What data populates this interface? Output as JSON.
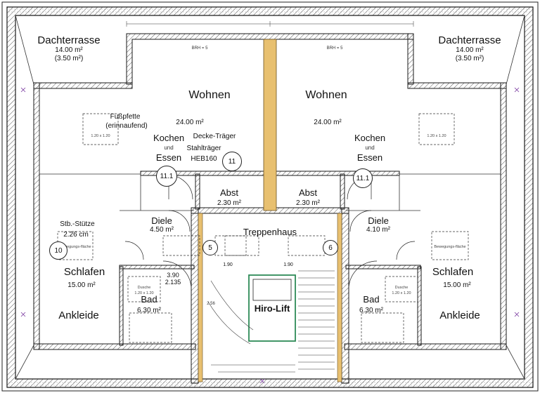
{
  "rooms": {
    "dachterrasse_left": {
      "name": "Dachterrasse",
      "area": "14.00 m²",
      "area2": "(3.50 m²)"
    },
    "dachterrasse_right": {
      "name": "Dachterrasse",
      "area": "14.00 m²",
      "area2": "(3.50 m²)"
    },
    "wohnen_left": {
      "name": "Wohnen",
      "area": "24.00 m²"
    },
    "wohnen_right": {
      "name": "Wohnen",
      "area": "24.00 m²"
    },
    "kochen_left": {
      "line1": "Kochen",
      "line2": "und",
      "line3": "Essen"
    },
    "kochen_right": {
      "line1": "Kochen",
      "line2": "und",
      "line3": "Essen"
    },
    "abst_left": {
      "name": "Abst",
      "area": "2.30 m²"
    },
    "abst_right": {
      "name": "Abst",
      "area": "2.30 m²"
    },
    "diele_left": {
      "name": "Diele",
      "area": "4.50 m²"
    },
    "diele_right": {
      "name": "Diele",
      "area": "4.10 m²"
    },
    "treppenhaus": {
      "name": "Treppenhaus"
    },
    "schlafen_left": {
      "name": "Schlafen",
      "area": "15.00 m²"
    },
    "schlafen_right": {
      "name": "Schlafen",
      "area": "15.00 m²"
    },
    "bad_left": {
      "name": "Bad",
      "area": "6.30 m²"
    },
    "bad_right": {
      "name": "Bad",
      "area": "6.30 m²"
    },
    "ankleide_left": {
      "name": "Ankleide"
    },
    "ankleide_right": {
      "name": "Ankleide"
    }
  },
  "annotations": {
    "fusspfette": "Fußpfette",
    "fusspfette2": "(erinnaufend)",
    "decke_traeger": "Decke-Träger",
    "stahltraeger": "Stahlträger",
    "heb160": "HEB160",
    "stb_stuetze": "Stb.-Stütze",
    "stb_size": "2.26 cm",
    "hiro_lift": "Hiro-Lift",
    "dim_390": "3.90",
    "dim_2135": "2.135",
    "dim_190a": "1.90",
    "dim_190b": "1.90",
    "brh_5a": "BRH = 5",
    "brh_5b": "BRH = 5",
    "dim_256": "2.56",
    "dim_120": "1.20 x 1.20",
    "fenster_note": "Bewegungs-fläche",
    "dusche": "Dusche",
    "dusche_size": "1.20 x 1.20"
  },
  "markers": {
    "m11a": "11.1",
    "m11b": "11",
    "m11c": "11.1",
    "m10": "10",
    "m5": "5",
    "m6": "6"
  },
  "colors": {
    "wall": "#1a1a1a",
    "hatch": "#555555",
    "beam": "#e8c070",
    "lift_box": "#2e8b57",
    "accent": "#7a3aa0"
  }
}
